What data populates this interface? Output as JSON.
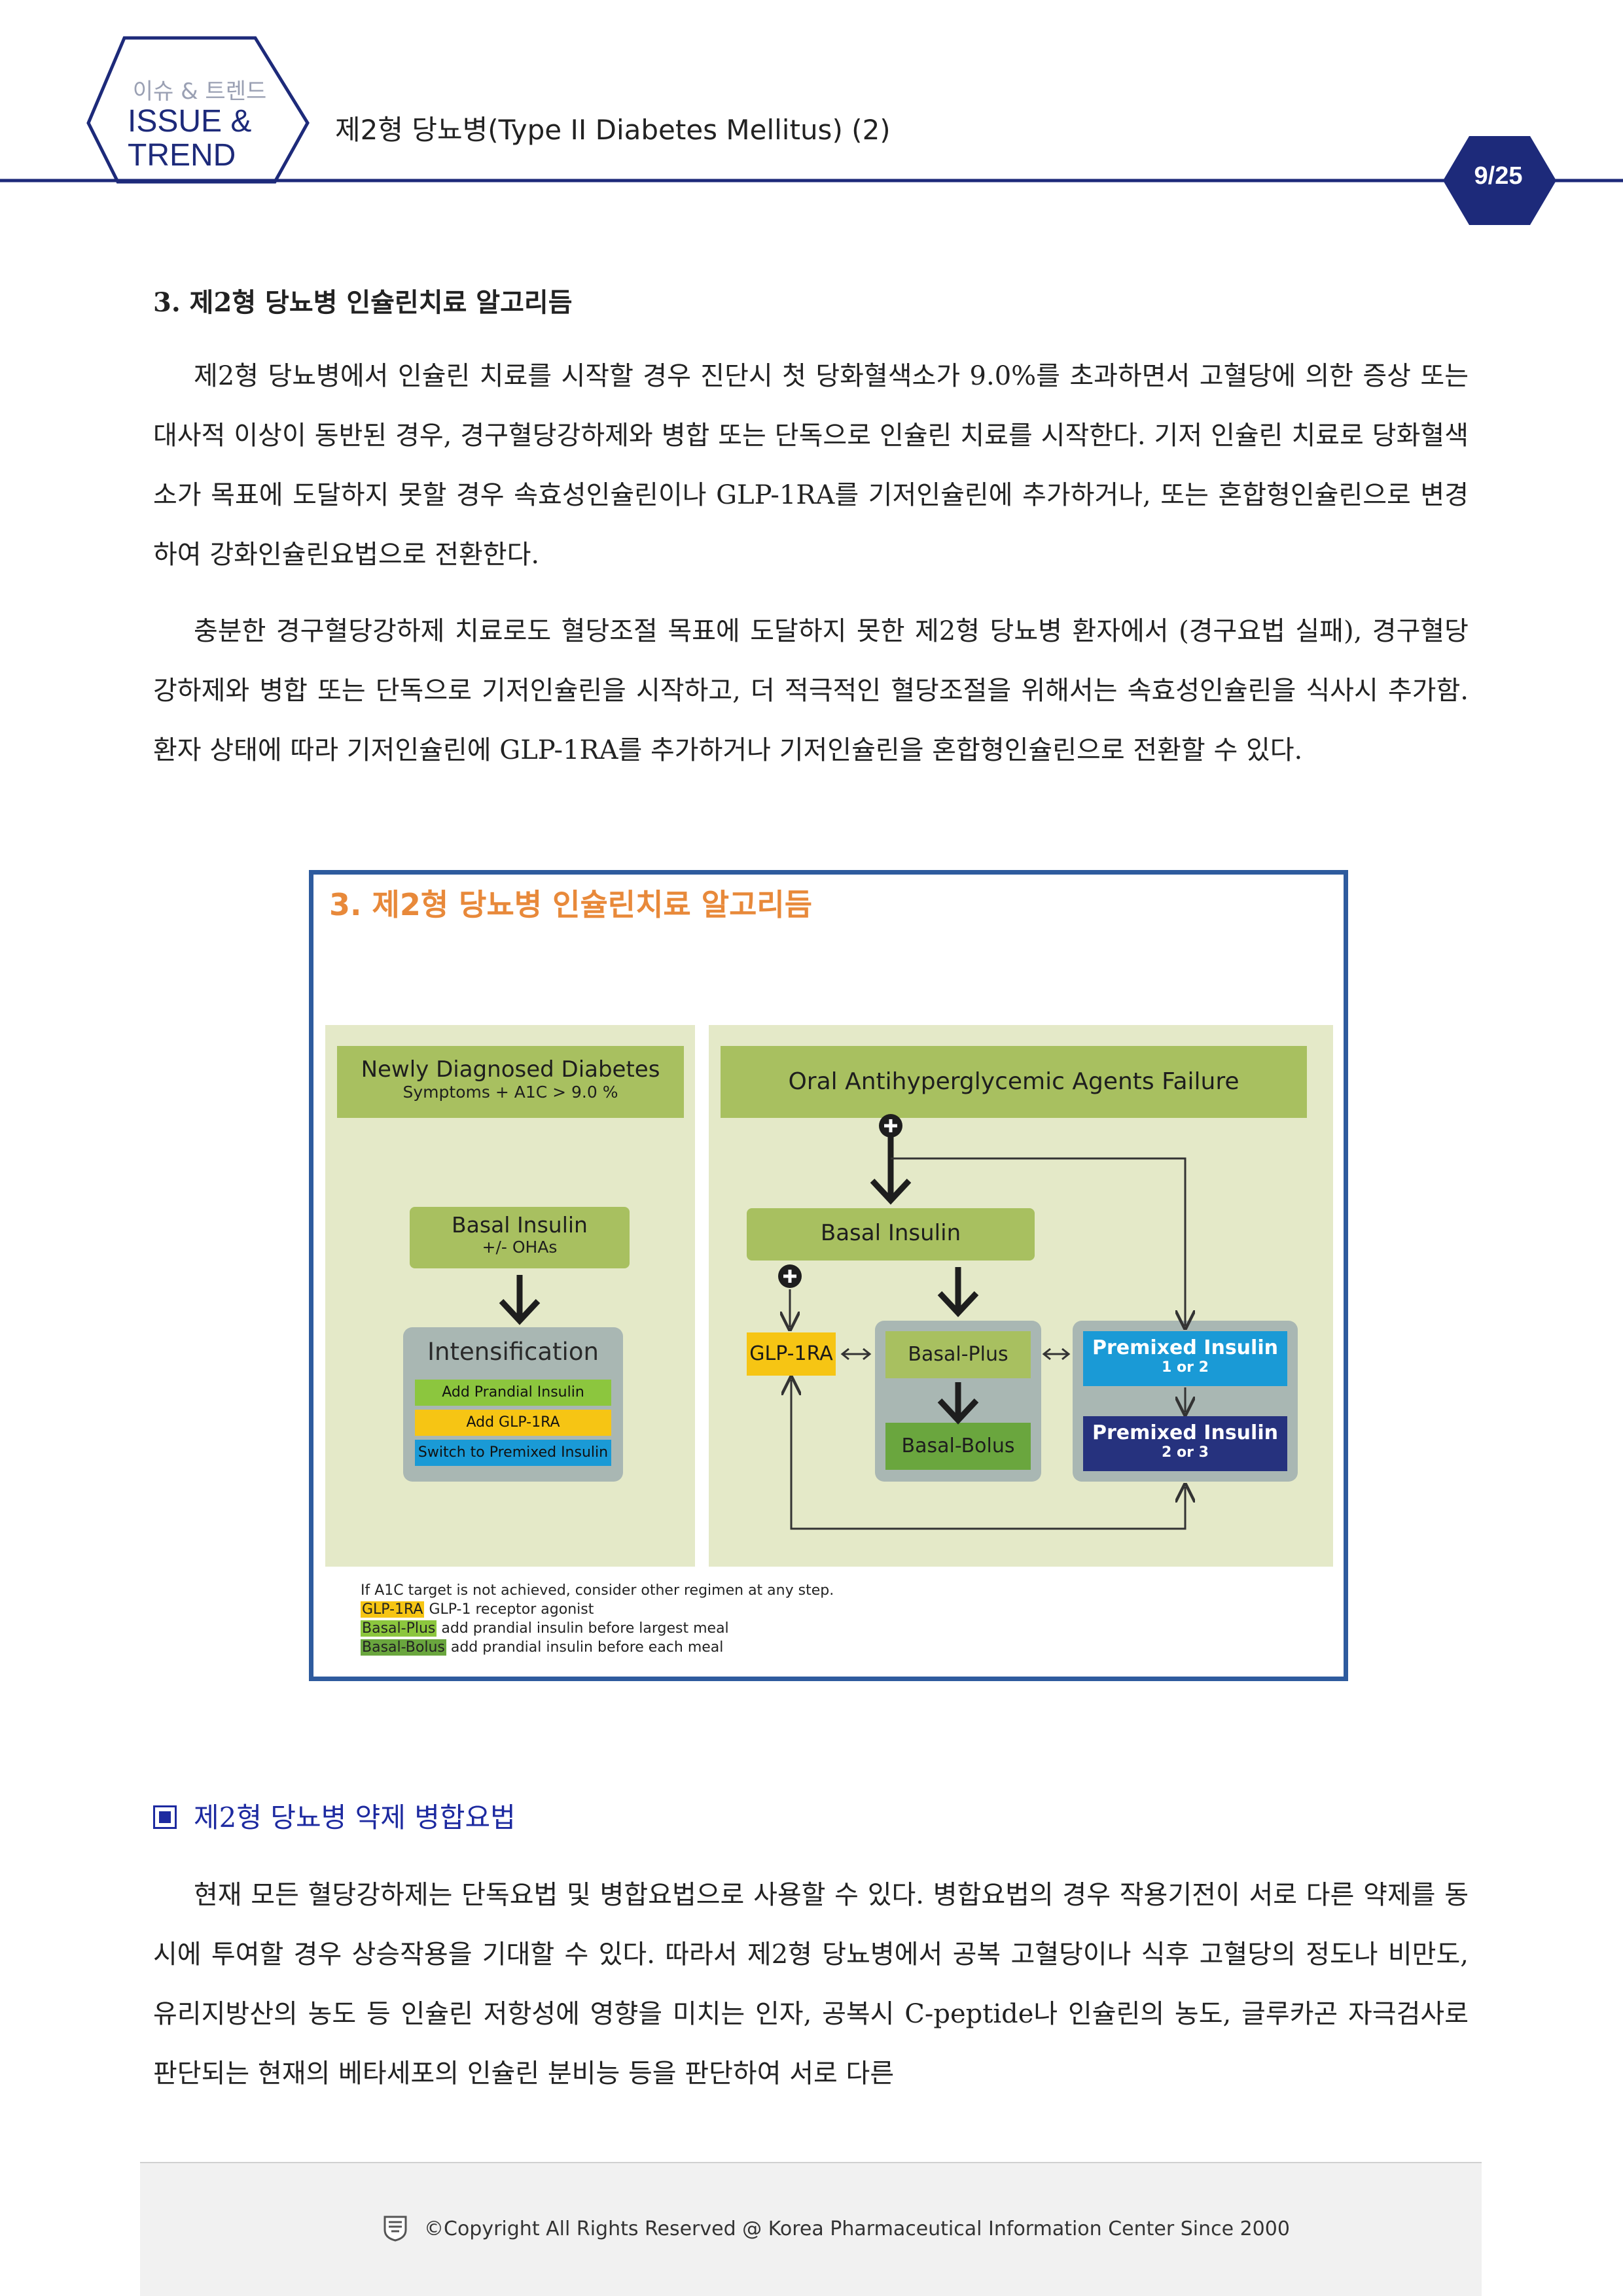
{
  "header": {
    "badge_top": "이슈 & 트렌드",
    "badge_line1": "ISSUE &",
    "badge_line2": "TREND",
    "title": "제2형 당뇨병(Type II Diabetes Mellitus) (2)",
    "page": "9/25",
    "accent_color": "#1d2a7a"
  },
  "section": {
    "heading": "3. 제2형 당뇨병 인슐린치료 알고리듬",
    "para1": "제2형 당뇨병에서 인슐린 치료를 시작할 경우 진단시 첫 당화혈색소가 9.0%를 초과하면서 고혈당에 의한 증상 또는 대사적 이상이 동반된 경우, 경구혈당강하제와 병합 또는 단독으로 인슐린 치료를 시작한다. 기저 인슐린 치료로 당화혈색소가 목표에 도달하지 못할 경우 속효성인슐린이나 GLP-1RA를 기저인슐린에 추가하거나, 또는 혼합형인슐린으로 변경하여 강화인슐린요법으로 전환한다.",
    "para2": "충분한 경구혈당강하제 치료로도 혈당조절 목표에 도달하지 못한 제2형 당뇨병 환자에서 (경구요법 실패), 경구혈당강하제와 병합 또는 단독으로 기저인슐린을 시작하고, 더 적극적인 혈당조절을 위해서는 속효성인슐린을 식사시 추가함. 환자 상태에 따라 기저인슐린에 GLP-1RA를 추가하거나 기저인슐린을 혼합형인슐린으로 전환할 수 있다."
  },
  "figure": {
    "title": "3. 제2형 당뇨병 인슐린치료 알고리듬",
    "left": {
      "header1": "Newly Diagnosed Diabetes",
      "header2": "Symptoms + A1C > 9.0 %",
      "basal1": "Basal Insulin",
      "basal2": "+/- OHAs",
      "intens": "Intensification",
      "opt1": "Add Prandial Insulin",
      "opt2": "Add GLP-1RA",
      "opt3": "Switch to Premixed Insulin"
    },
    "right": {
      "header": "Oral Antihyperglycemic Agents Failure",
      "basal": "Basal Insulin",
      "glp": "GLP-1RA",
      "basal_plus": "Basal-Plus",
      "basal_bolus": "Basal-Bolus",
      "premix1_a": "Premixed Insulin",
      "premix1_b": "1 or 2",
      "premix2_a": "Premixed Insulin",
      "premix2_b": "2 or 3"
    },
    "notes": {
      "line1": "If A1C target is not achieved, consider other regimen at any step.",
      "k1": "GLP-1RA",
      "v1": "GLP-1 receptor agonist",
      "k2": "Basal-Plus",
      "v2": "add prandial insulin before largest meal",
      "k3": "Basal-Bolus",
      "v3": "add prandial insulin before each meal"
    },
    "colors": {
      "green": "#a8c060",
      "yellow": "#f6c514",
      "blue": "#1a9ad6",
      "navy": "#26327e",
      "orange": "#e8893a",
      "frame": "#2e5b9e"
    }
  },
  "subsection": {
    "heading": "제2형 당뇨병 약제 병합요법",
    "para": "현재 모든 혈당강하제는 단독요법 및 병합요법으로 사용할 수 있다. 병합요법의 경우 작용기전이 서로 다른 약제를 동시에 투여할 경우 상승작용을 기대할 수 있다. 따라서 제2형 당뇨병에서 공복 고혈당이나 식후 고혈당의 정도나 비만도, 유리지방산의 농도 등 인슐린 저항성에 영향을 미치는 인자, 공복시 C-peptide나 인슐린의 농도, 글루카곤 자극검사로 판단되는 현재의 베타세포의 인슐린 분비능 등을 판단하여 서로 다른"
  },
  "footer": {
    "text": "©Copyright All Rights Reserved @ Korea Pharmaceutical Information Center Since 2000"
  }
}
